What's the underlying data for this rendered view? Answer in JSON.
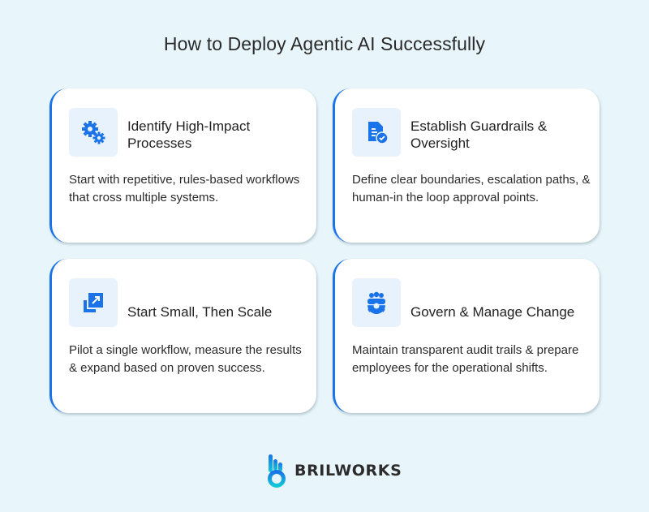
{
  "header": {
    "title": "How to Deploy Agentic AI Successfully"
  },
  "cards": [
    {
      "icon": "gears-icon",
      "title": "Identify High-Impact Processes",
      "description": "Start with repetitive, rules-based workflows that cross multiple systems."
    },
    {
      "icon": "document-check-icon",
      "title": "Establish Guardrails & Oversight",
      "description": "Define clear boundaries, escalation paths, & human-in the loop approval points."
    },
    {
      "icon": "scale-up-icon",
      "title": "Start Small, Then Scale",
      "description": "Pilot a single workflow, measure the results & expand based on proven success."
    },
    {
      "icon": "team-gear-icon",
      "title": "Govern & Manage Change",
      "description": "Maintain transparent audit trails & prepare employees for the operational shifts."
    }
  ],
  "footer": {
    "brand": "BRILWORKS"
  },
  "colors": {
    "accent": "#1a73e8",
    "background": "#e8f6fb",
    "icon_bg": "#e8f2fd"
  }
}
